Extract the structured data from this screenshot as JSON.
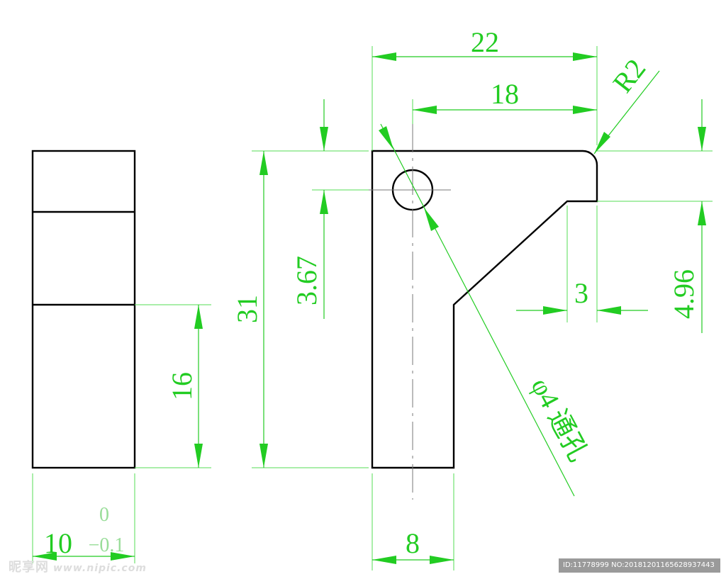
{
  "dimensions": {
    "top_overall": "22",
    "top_inner": "18",
    "radius": "R2",
    "height_total": "31",
    "hole_offset": "3.67",
    "right_step": "4.96",
    "step_width": "3",
    "base_width": "8",
    "side_lower": "16",
    "side_width": "10",
    "tol_upper": "0",
    "tol_lower": "−0.1",
    "hole_note": "φ4 通孔"
  },
  "watermark": {
    "brand": "昵享网",
    "url": "www.nipic.com"
  },
  "image_id": "ID:11778999 NO:20181201165628937443",
  "colors": {
    "dimension": "#22cc22",
    "outline": "#000000"
  }
}
